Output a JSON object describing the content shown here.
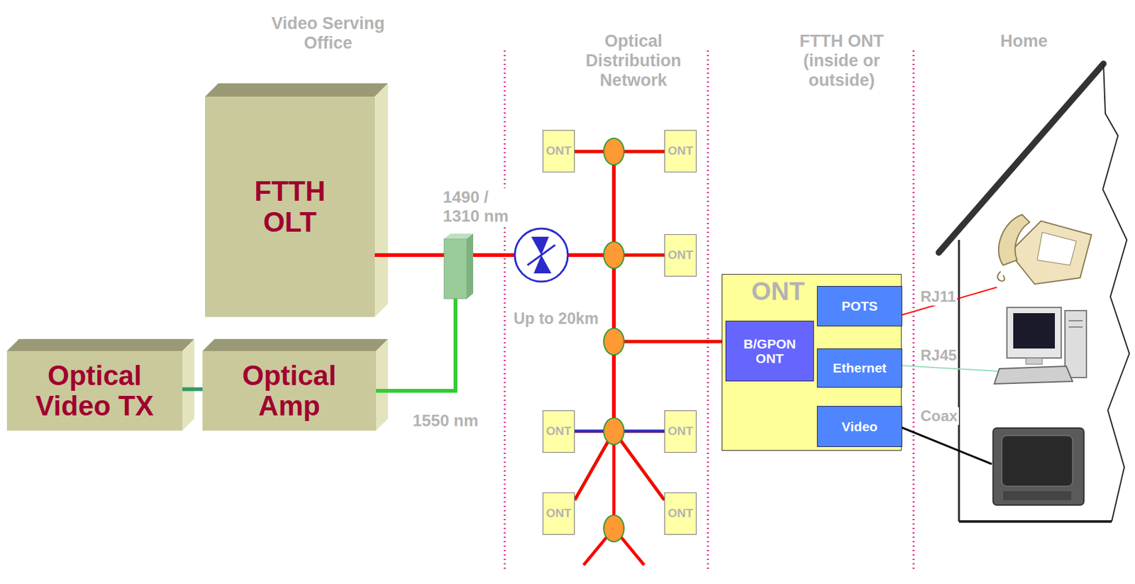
{
  "diagram": {
    "nodes": [
      {
        "text": [
          "FTTH OLT"
        ]
      },
      {
        "text": [
          "Optical Video TX"
        ]
      },
      {
        "text": [
          "Optical Amp"
        ]
      },
      {
        "text": [
          "ONT"
        ]
      },
      {
        "text": [
          "ONT"
        ]
      },
      {
        "text": [
          "ONT"
        ]
      },
      {
        "text": [
          "ONT"
        ]
      },
      {
        "text": [
          "B/GPON ONT"
        ],
        "in": 6
      },
      {
        "text": [
          "POTS"
        ],
        "in": 6
      },
      {
        "text": [
          "Ethernet"
        ],
        "in": 6
      },
      {
        "text": [
          "Video"
        ],
        "in": 6
      },
      {
        "text": [
          "ONT"
        ]
      },
      {
        "text": [
          "ONT"
        ]
      },
      {
        "text": [
          "ONT"
        ]
      },
      {
        "text": [
          "ONT"
        ]
      }
    ],
    "edges": [
      {
        "from": 1,
        "to": 2,
        "arrow": "none"
      },
      {
        "from": 2,
        "to": 3,
        "arrow": "none"
      },
      {
        "from": 2,
        "to": 4,
        "arrow": "none"
      },
      {
        "from": 2,
        "to": 5,
        "arrow": "none"
      },
      {
        "from": 2,
        "to": 7,
        "arrow": "none"
      },
      {
        "from": 2,
        "to": 11,
        "arrow": "none"
      },
      {
        "from": 2,
        "to": 12,
        "arrow": "none"
      },
      {
        "from": 2,
        "to": 13,
        "arrow": "none"
      },
      {
        "from": 2,
        "to": 14,
        "arrow": "none"
      },
      {
        "from": 0,
        "to": 3,
        "arrow": "none"
      },
      {
        "from": 0,
        "to": 4,
        "arrow": "none"
      },
      {
        "from": 0,
        "to": 5,
        "arrow": "none"
      },
      {
        "from": 0,
        "to": 7,
        "arrow": "none"
      },
      {
        "from": 0,
        "to": 11,
        "arrow": "none"
      },
      {
        "from": 0,
        "to": 12,
        "arrow": "none"
      },
      {
        "from": 0,
        "to": 13,
        "arrow": "none"
      },
      {
        "from": 0,
        "to": 14,
        "arrow": "none"
      },
      {
        "from": 7,
        "to": 8,
        "arrow": "none"
      },
      {
        "from": 7,
        "to": 9,
        "arrow": "none"
      },
      {
        "from": 7,
        "to": 10,
        "arrow": "none"
      }
    ],
    "labels": [
      "Video Serving Office",
      "Optical Distribution Network",
      "FTTH ONT (inside or outside)",
      "Home",
      "1490 / 1310 nm",
      "Up to 20km",
      "1550 nm",
      "RJ11",
      "RJ45",
      "Coax"
    ]
  }
}
